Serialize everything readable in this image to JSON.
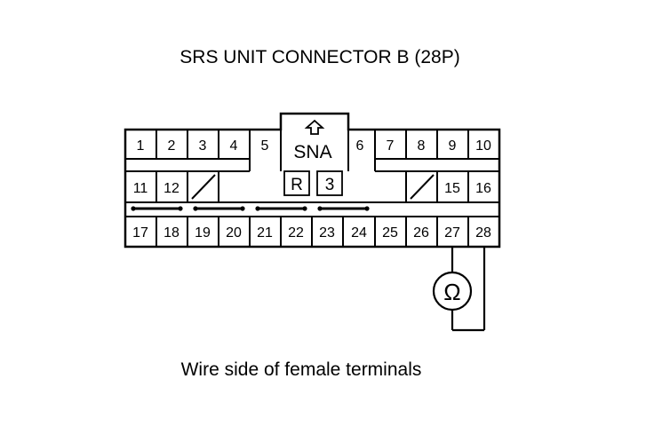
{
  "title": "SRS UNIT CONNECTOR B (28P)",
  "caption": "Wire side of female terminals",
  "connector": {
    "center_label": "SNA",
    "box_left": "R",
    "box_right": "3",
    "pins": {
      "p1": "1",
      "p2": "2",
      "p3": "3",
      "p4": "4",
      "p5": "5",
      "p6": "6",
      "p7": "7",
      "p8": "8",
      "p9": "9",
      "p10": "10",
      "p11": "11",
      "p12": "12",
      "p15": "15",
      "p16": "16",
      "p17": "17",
      "p18": "18",
      "p19": "19",
      "p20": "20",
      "p21": "21",
      "p22": "22",
      "p23": "23",
      "p24": "24",
      "p25": "25",
      "p26": "26",
      "p27": "27",
      "p28": "28"
    }
  },
  "meter": {
    "symbol": "Ω",
    "icon": "ohmmeter-icon"
  }
}
